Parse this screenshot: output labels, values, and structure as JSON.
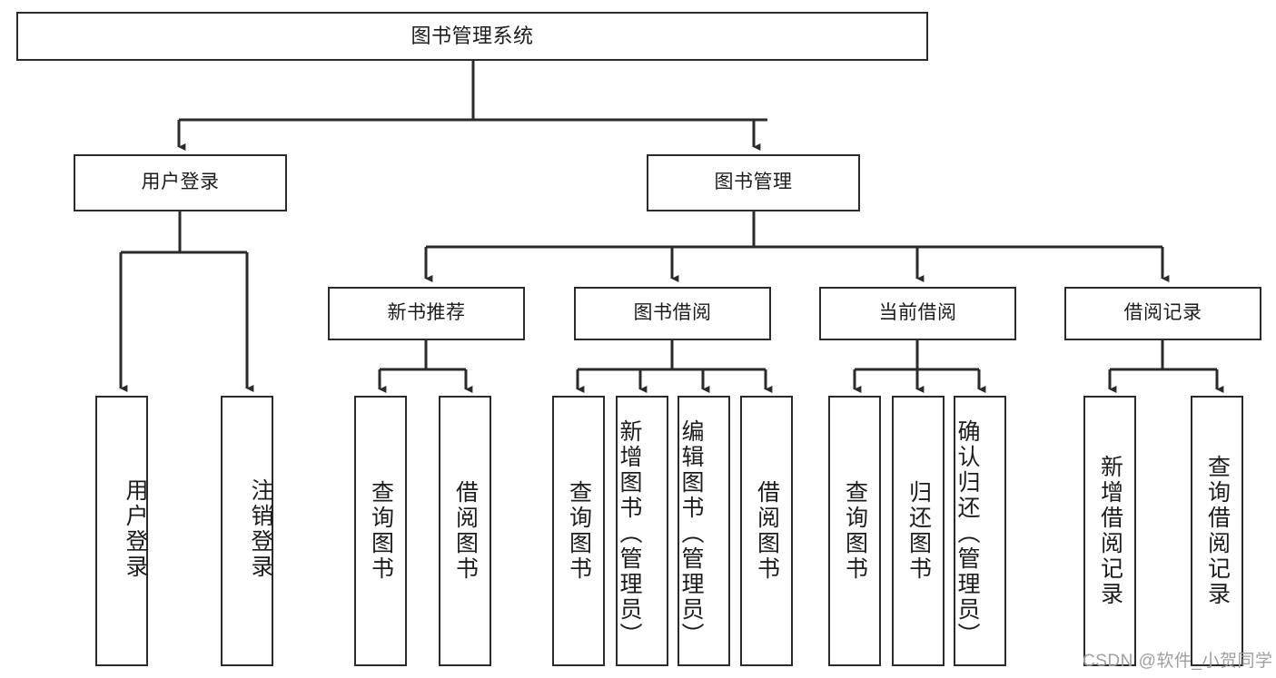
{
  "diagram": {
    "title": "图书管理系统",
    "type": "tree-hierarchy-chart",
    "colors": {
      "box_border": "#2b2b2b",
      "box_fill": "#ffffff",
      "connector": "#2b2b2b",
      "text": "#1c1c1c",
      "watermark": "#9f9f9f"
    },
    "root": {
      "label": "图书管理系统"
    },
    "level2": [
      {
        "label": "用户登录"
      },
      {
        "label": "图书管理"
      }
    ],
    "level3": [
      {
        "label": "新书推荐"
      },
      {
        "label": "图书借阅"
      },
      {
        "label": "当前借阅"
      },
      {
        "label": "借阅记录"
      }
    ],
    "leaves": {
      "user_login": [
        {
          "label": "用户登录"
        },
        {
          "label": "注销登录"
        }
      ],
      "new_book_recommend": [
        {
          "label": "查询图书"
        },
        {
          "label": "借阅图书"
        }
      ],
      "book_borrow": [
        {
          "label": "查询图书"
        },
        {
          "label": "新增图书（管理员）"
        },
        {
          "label": "编辑图书（管理员）"
        },
        {
          "label": "借阅图书"
        }
      ],
      "current_borrow": [
        {
          "label": "查询图书"
        },
        {
          "label": "归还图书"
        },
        {
          "label": "确认归还（管理员）"
        }
      ],
      "borrow_record": [
        {
          "label": "新增借阅记录"
        },
        {
          "label": "查询借阅记录"
        }
      ]
    }
  },
  "watermark": {
    "text": "CSDN @软件_小贺同学"
  }
}
